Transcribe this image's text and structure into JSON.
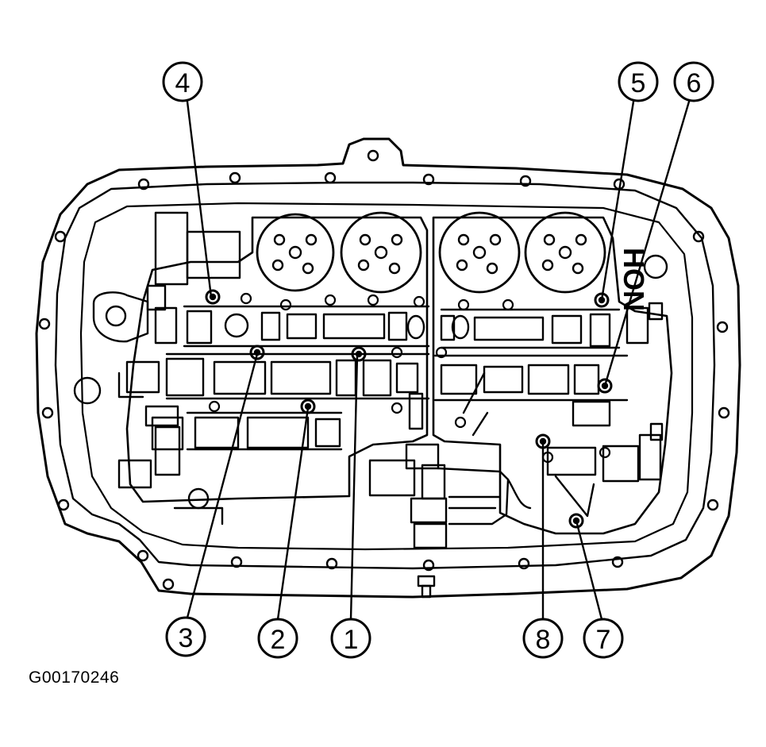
{
  "figure_id": "G00170246",
  "bolt_callouts": [
    {
      "number": "1"
    },
    {
      "number": "2"
    },
    {
      "number": "3"
    },
    {
      "number": "4"
    },
    {
      "number": "5"
    },
    {
      "number": "6"
    },
    {
      "number": "7"
    },
    {
      "number": "8"
    }
  ],
  "stamped_text": "HON",
  "colors": {
    "line": "#000000",
    "background": "#ffffff"
  }
}
